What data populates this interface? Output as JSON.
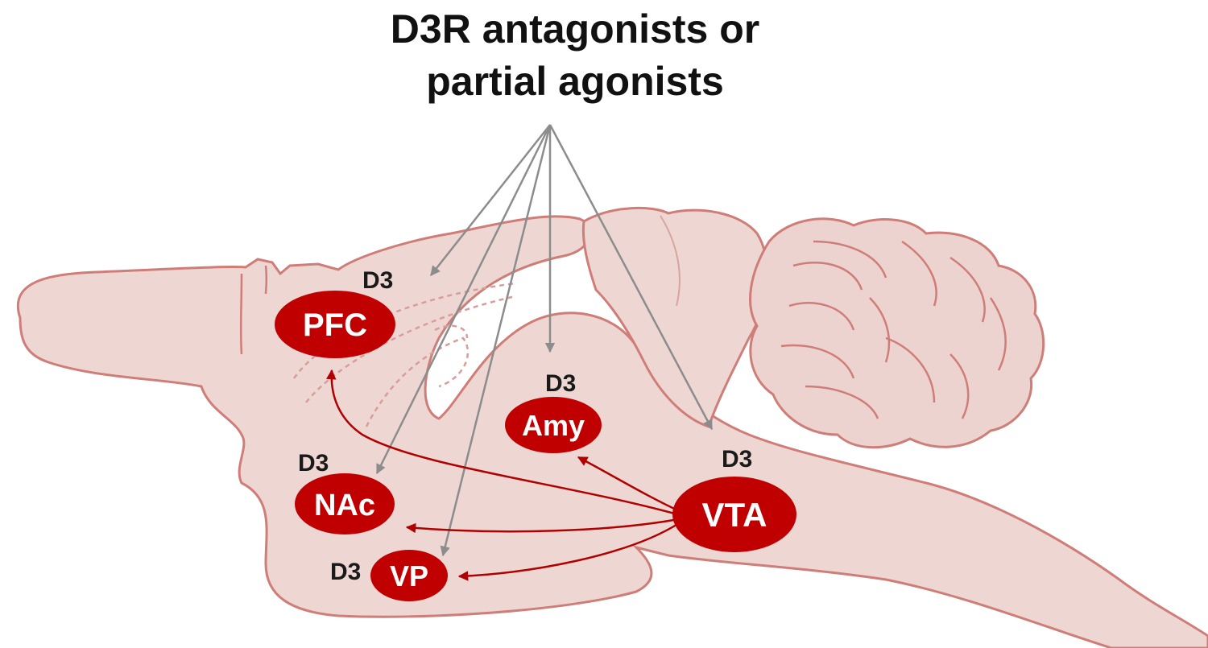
{
  "title": {
    "line1": "D3R antagonists or",
    "line2": "partial agonists"
  },
  "receptor_label": "D3",
  "regions": {
    "pfc": "PFC",
    "amy": "Amy",
    "nac": "NAc",
    "vp": "VP",
    "vta": "VTA"
  },
  "colors": {
    "region_fill": "#c00000",
    "projection_arrow": "#b00000",
    "drug_arrow": "#8c8c8c",
    "brain_fill": "#eed7d3",
    "brain_outline": "#cf7d78"
  }
}
